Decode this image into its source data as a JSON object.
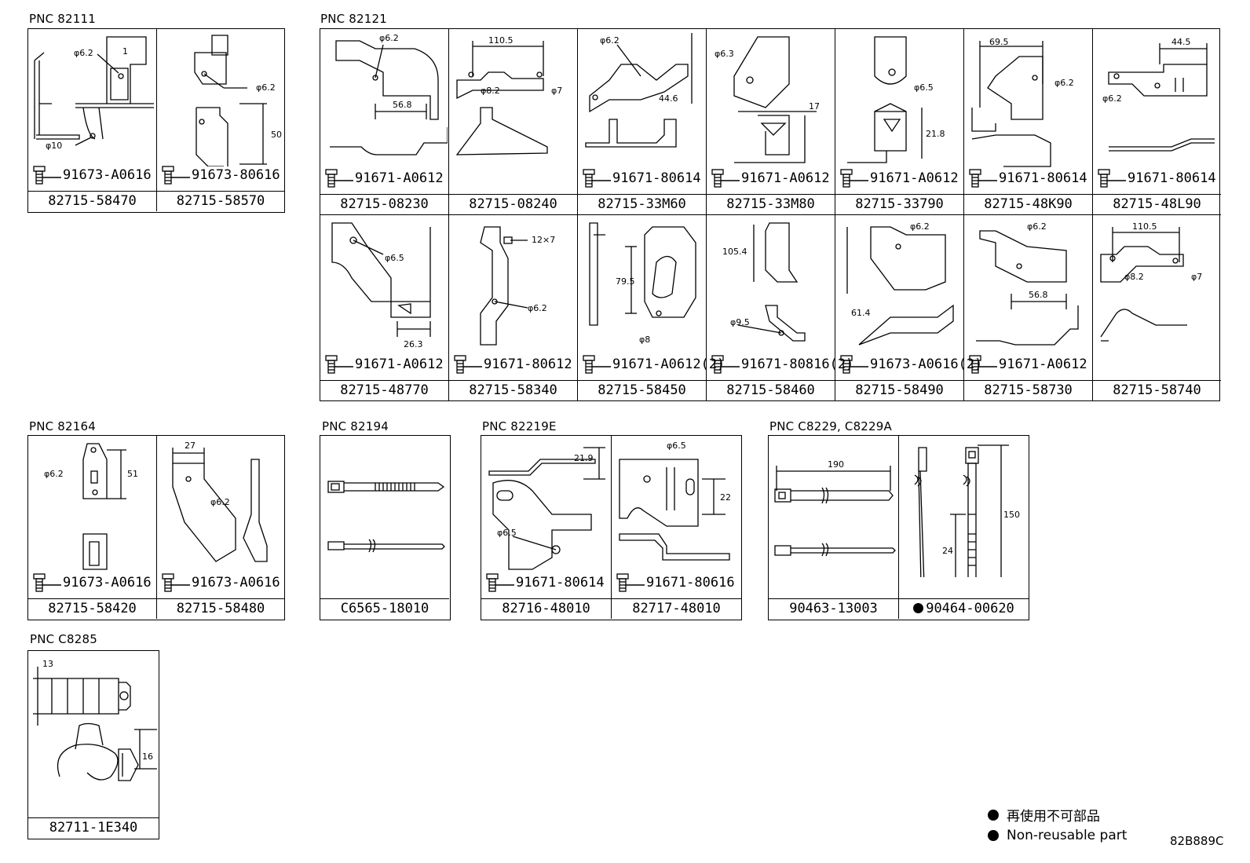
{
  "groups": [
    {
      "pnc": "PNC 82111",
      "cells": [
        {
          "bolt": "91673-A0616",
          "part": "82715-58470",
          "dims": [
            "φ6.2",
            "1",
            "φ10"
          ]
        },
        {
          "bolt": "91673-80616",
          "part": "82715-58570",
          "dims": [
            "φ6.2",
            "50"
          ]
        }
      ]
    },
    {
      "pnc": "PNC 82121",
      "cells": [
        {
          "bolt": "91671-A0612",
          "part": "82715-08230",
          "dims": [
            "φ6.2",
            "56.8"
          ]
        },
        {
          "bolt": "",
          "part": "82715-08240",
          "dims": [
            "110.5",
            "φ8.2",
            "φ7"
          ]
        },
        {
          "bolt": "91671-80614",
          "part": "82715-33M60",
          "dims": [
            "φ6.2",
            "44.6"
          ]
        },
        {
          "bolt": "91671-A0612",
          "part": "82715-33M80",
          "dims": [
            "φ6.3",
            "17"
          ]
        },
        {
          "bolt": "91671-A0612",
          "part": "82715-33790",
          "dims": [
            "φ6.5",
            "21.8"
          ]
        },
        {
          "bolt": "91671-80614",
          "part": "82715-48K90",
          "dims": [
            "69.5",
            "φ6.2"
          ]
        },
        {
          "bolt": "91671-80614",
          "part": "82715-48L90",
          "dims": [
            "44.5",
            "φ6.2"
          ]
        },
        {
          "bolt": "91671-A0612",
          "part": "82715-48770",
          "dims": [
            "φ6.5",
            "26.3"
          ]
        },
        {
          "bolt": "91671-80612",
          "part": "82715-58340",
          "dims": [
            "12×7",
            "φ6.2"
          ]
        },
        {
          "bolt": "91671-A0612(2)",
          "part": "82715-58450",
          "dims": [
            "79.5",
            "φ8"
          ]
        },
        {
          "bolt": "91671-80816(2)",
          "part": "82715-58460",
          "dims": [
            "105.4",
            "φ9.5"
          ]
        },
        {
          "bolt": "91673-A0616(2)",
          "part": "82715-58490",
          "dims": [
            "φ6.2",
            "61.4"
          ]
        },
        {
          "bolt": "91671-A0612",
          "part": "82715-58730",
          "dims": [
            "φ6.2",
            "56.8"
          ]
        },
        {
          "bolt": "",
          "part": "82715-58740",
          "dims": [
            "110.5",
            "φ8.2",
            "φ7"
          ]
        }
      ]
    },
    {
      "pnc": "PNC 82164",
      "cells": [
        {
          "bolt": "91673-A0616",
          "part": "82715-58420",
          "dims": [
            "φ6.2",
            "51"
          ]
        },
        {
          "bolt": "91673-A0616",
          "part": "82715-58480",
          "dims": [
            "27",
            "φ6.2"
          ]
        }
      ]
    },
    {
      "pnc": "PNC 82194",
      "cells": [
        {
          "bolt": "",
          "part": "C6565-18010",
          "dims": []
        }
      ]
    },
    {
      "pnc": "PNC 82219E",
      "cells": [
        {
          "bolt": "91671-80614",
          "part": "82716-48010",
          "dims": [
            "21.9",
            "φ6.5"
          ]
        },
        {
          "bolt": "91671-80616",
          "part": "82717-48010",
          "dims": [
            "φ6.5",
            "22"
          ]
        }
      ]
    },
    {
      "pnc": "PNC C8229, C8229A",
      "cells": [
        {
          "bolt": "",
          "part": "90463-13003",
          "dims": [
            "190"
          ]
        },
        {
          "bolt": "",
          "part": "90464-00620",
          "dims": [
            "24",
            "150"
          ],
          "nonreusable": true
        }
      ]
    },
    {
      "pnc": "PNC C8285",
      "cells": [
        {
          "bolt": "",
          "part": "82711-1E340",
          "dims": [
            "13",
            "16"
          ]
        }
      ]
    }
  ],
  "legend": {
    "jp": "再使用不可部品",
    "en": "Non-reusable part"
  },
  "code": "82B889C"
}
